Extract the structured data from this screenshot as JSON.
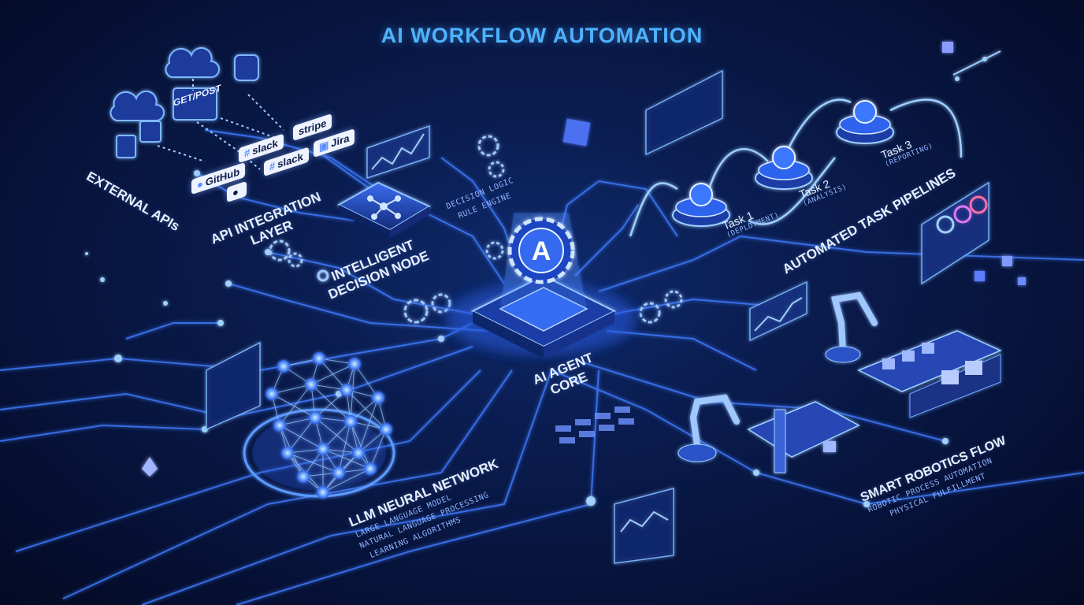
{
  "title": "AI WORKFLOW AUTOMATION",
  "sections": {
    "external_apis": "EXTERNAL APIs",
    "api_layer": "API INTEGRATION LAYER",
    "decision_node": "INTELLIGENT DECISION NODE",
    "decision_logic": "DECISION LOGIC",
    "rule_engine": "RULE ENGINE",
    "agent_core": "AI AGENT CORE",
    "llm": {
      "title": "LLM NEURAL NETWORK",
      "lines": [
        "LARGE LANGUAGE MODEL",
        "NATURAL LANGUAGE PROCESSING",
        "LEARNING ALGORITHMS"
      ]
    },
    "pipelines": "AUTOMATED TASK PIPELINES",
    "robotics": {
      "title": "SMART ROBOTICS FLOW",
      "lines": [
        "ROBOTIC PROCESS AUTOMATION",
        "PHYSICAL FULFILLMENT"
      ]
    }
  },
  "api_chips": [
    {
      "label": "GitHub",
      "icon": "github-icon"
    },
    {
      "label": "slack",
      "icon": "slack-icon"
    },
    {
      "label": "slack",
      "icon": "slack-icon"
    },
    {
      "label": "stripe",
      "icon": "stripe-icon"
    },
    {
      "label": "Jira",
      "icon": "jira-icon"
    }
  ],
  "request_label": "GET/POST",
  "core_letter": "A",
  "tasks": [
    {
      "name": "Task 1",
      "detail": "(DEPLOYMENT)",
      "icon": "gear-check-icon"
    },
    {
      "name": "Task 2",
      "detail": "(ANALYSIS)",
      "icon": "magnifier-icon"
    },
    {
      "name": "Task 3",
      "detail": "(REPORTING)",
      "icon": "clipboard-chart-icon"
    }
  ],
  "colors": {
    "background": "#061238",
    "accent": "#4fb2ff",
    "circuit": "#3f7bff",
    "glow": "#7fb8ff",
    "label": "#e8f0ff"
  }
}
